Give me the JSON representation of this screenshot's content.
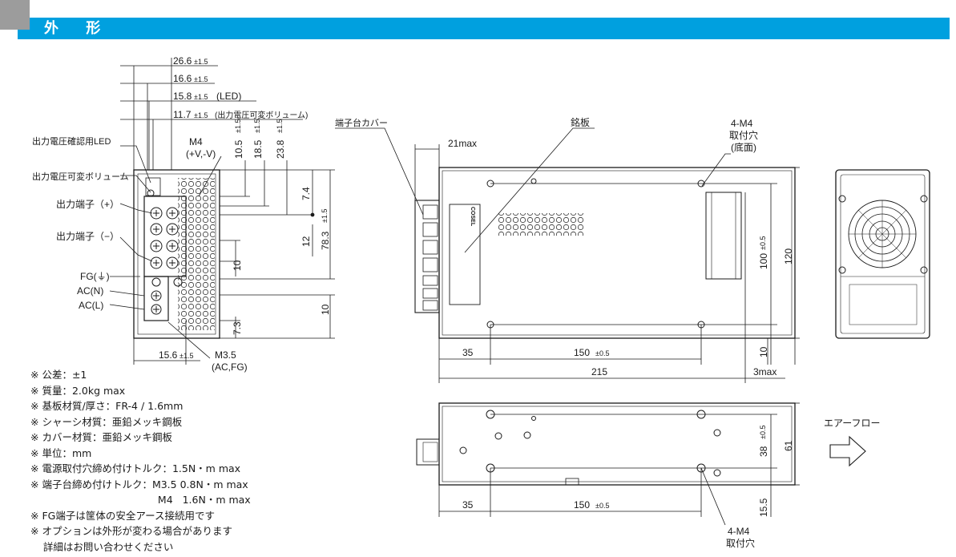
{
  "header": {
    "title": "外 形"
  },
  "front_view": {
    "dim_26_6": "26.6",
    "dim_16_6": "16.6",
    "dim_15_8": "15.8",
    "dim_15_8_suffix": "(LED)",
    "dim_11_7": "11.7",
    "dim_11_7_suffix": "(出力電圧可変ボリューム)",
    "tol_1_5": "±1.5",
    "label_led": "出力電圧確認用LED",
    "label_volume": "出力電圧可変ボリューム",
    "label_out_plus": "出力端子（+）",
    "label_out_minus": "出力端子（−）",
    "label_fg": "FG(⏚)",
    "label_acn": "AC(N)",
    "label_acl": "AC(L)",
    "label_m4": "M4",
    "label_m4_sub": "(+V,-V)",
    "dim_10_5": "10.5",
    "dim_18_5": "18.5",
    "dim_23_8": "23.8",
    "dim_7_4": "7.4",
    "dim_12": "12",
    "dim_78_3": "78.3",
    "dim_10_a": "10",
    "dim_10_b": "10",
    "dim_7_3": "7.3",
    "dim_15_6": "15.6",
    "label_m3_5": "M3.5",
    "label_m3_5_sub": "(AC,FG)"
  },
  "side_view": {
    "label_cover": "端子台カバー",
    "label_nameplate": "銘板",
    "label_4m4": "4-M4",
    "label_mount_hole": "取付穴",
    "label_bottom": "(底面)",
    "dim_21max": "21max",
    "dim_35": "35",
    "dim_150": "150",
    "tol_0_5": "±0.5",
    "dim_215": "215",
    "dim_3max": "3max",
    "dim_100": "100",
    "dim_120": "120",
    "dim_10": "10",
    "brand": "COSEL"
  },
  "bottom_view": {
    "dim_35": "35",
    "dim_150": "150",
    "dim_38": "38",
    "dim_61": "61",
    "dim_15_5": "15.5",
    "label_4m4": "4-M4",
    "label_mount_hole": "取付穴",
    "label_airflow": "エアーフロー"
  },
  "notes": [
    "※ 公差：±1",
    "※ 質量：2.0kg max",
    "※ 基板材質/厚さ：FR-4 / 1.6mm",
    "※ シャーシ材質：亜鉛メッキ鋼板",
    "※ カバー材質：亜鉛メッキ鋼板",
    "※ 単位：mm",
    "※ 電源取付穴締め付けトルク：1.5N・m max",
    "※ 端子台締め付けトルク：M3.5 0.8N・m max",
    "                                        M4   1.6N・m max",
    "※ FG端子は筐体の安全アース接続用です",
    "※ オプションは外形が変わる場合があります",
    "    詳細はお問い合わせください"
  ]
}
